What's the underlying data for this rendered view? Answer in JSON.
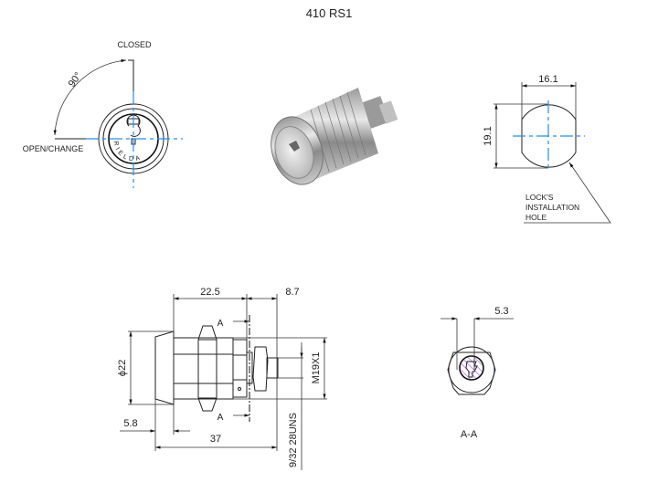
{
  "title": "410 RS1",
  "front_view": {
    "closed_label": "CLOSED",
    "open_label": "OPEN/CHANGE",
    "angle_label": "90°",
    "brand_on_face": "RIELDA"
  },
  "install_hole": {
    "width": "16.1",
    "height": "19.1",
    "note_lines": [
      "LOCK'S",
      "INSTALLATION",
      "HOLE"
    ]
  },
  "side_view": {
    "dim_body": "22.5",
    "dim_stud": "8.7",
    "dim_diameter": "ϕ22",
    "dim_cap": "5.8",
    "dim_total": "37",
    "thread_body": "M19X1",
    "thread_stud": "9/32 28UNS",
    "section_mark_top": "A",
    "section_mark_bottom": "A"
  },
  "section_view": {
    "dim_width": "5.3",
    "label": "A-A"
  },
  "colors": {
    "centerline": "#1e90ff",
    "hatch": "#9b30ff",
    "line": "#222222"
  }
}
